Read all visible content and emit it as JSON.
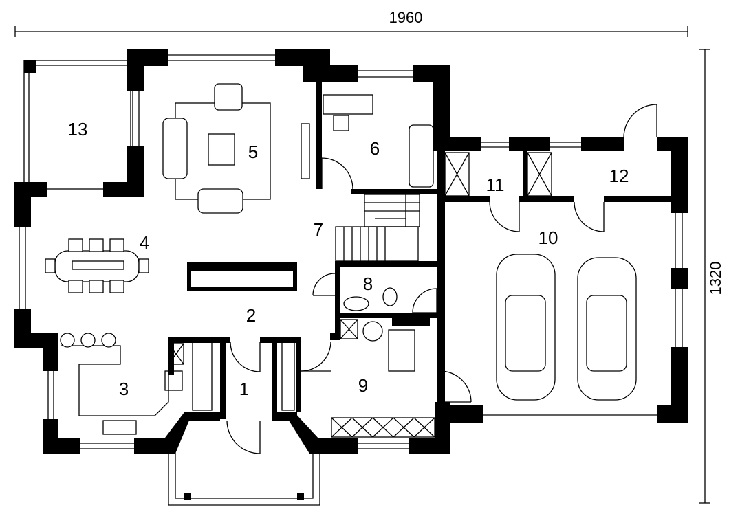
{
  "plan": {
    "dimensions": {
      "width": "1960",
      "depth": "1320"
    },
    "rooms": [
      {
        "number": "1"
      },
      {
        "number": "2"
      },
      {
        "number": "3"
      },
      {
        "number": "4"
      },
      {
        "number": "5"
      },
      {
        "number": "6"
      },
      {
        "number": "7"
      },
      {
        "number": "8"
      },
      {
        "number": "9"
      },
      {
        "number": "10"
      },
      {
        "number": "11"
      },
      {
        "number": "12"
      },
      {
        "number": "13"
      }
    ],
    "colors": {
      "wall": "#000000",
      "background": "#ffffff"
    }
  }
}
